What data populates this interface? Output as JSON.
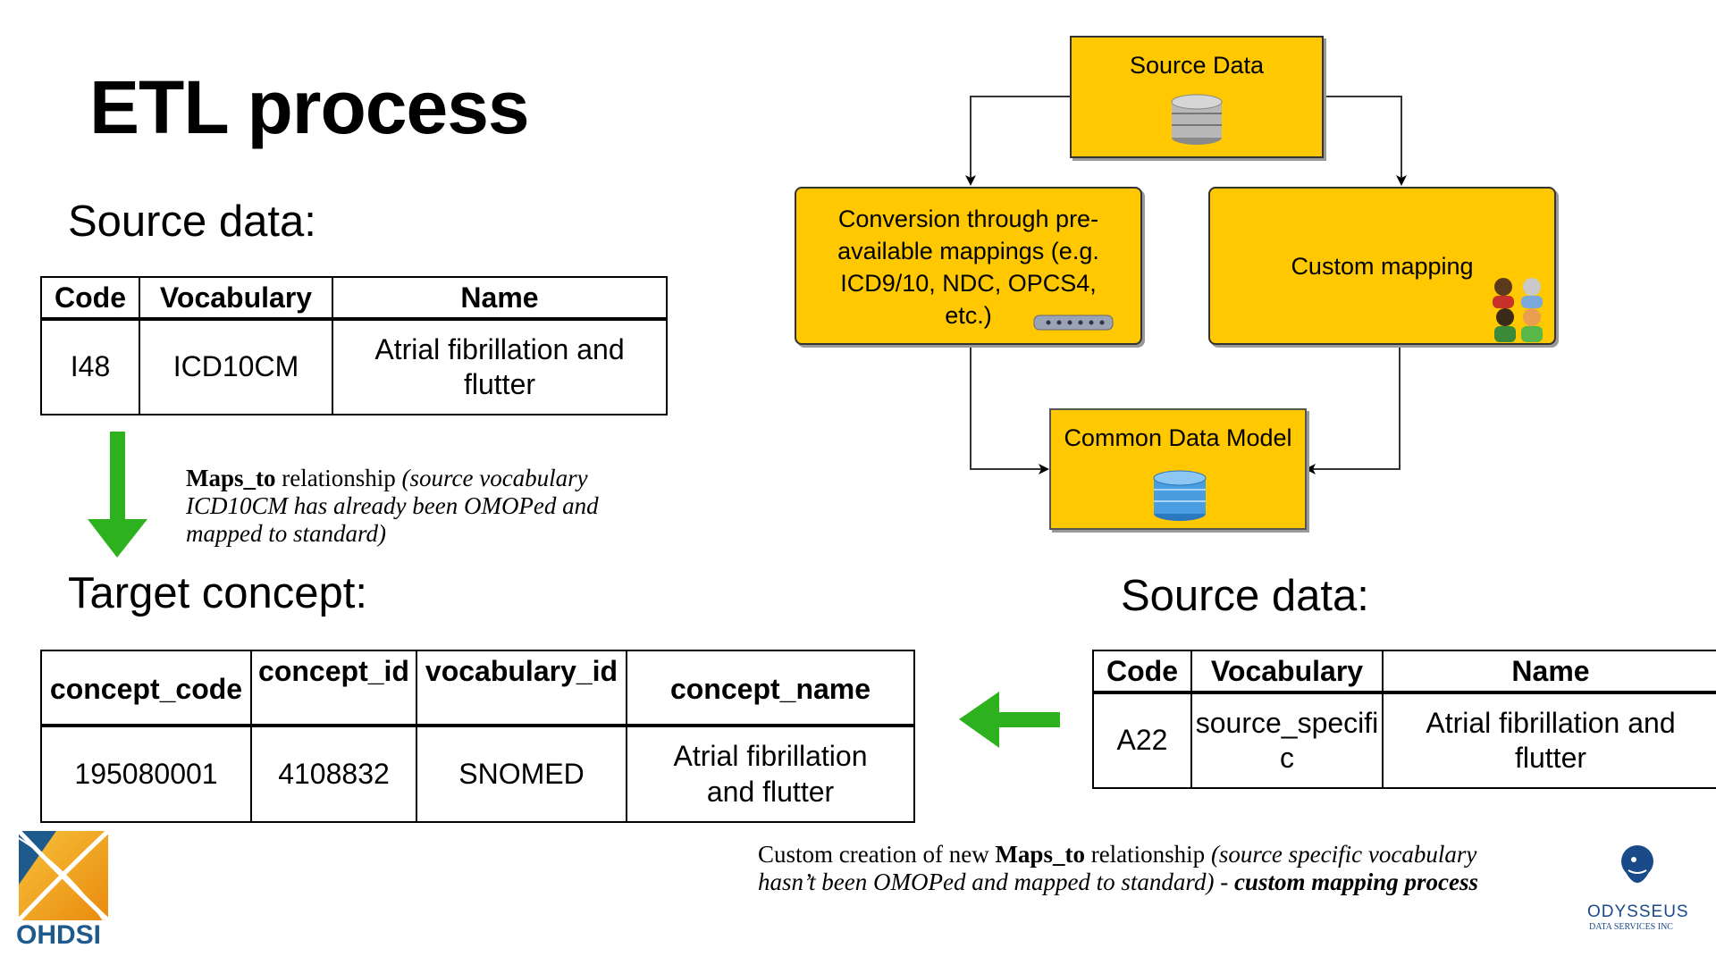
{
  "title": "ETL process",
  "left_source": {
    "heading": "Source data:",
    "headers": [
      "Code",
      "Vocabulary",
      "Name"
    ],
    "row": [
      "I48",
      "ICD10CM",
      "Atrial fibrillation and flutter"
    ]
  },
  "maps_note": {
    "bold": "Maps_to",
    "plain": " relationship ",
    "italic": "(source vocabulary ICD10CM has already been OMOPed and mapped to standard)"
  },
  "target": {
    "heading": "Target concept:",
    "headers": [
      "concept_code",
      "concept_id",
      "vocabulary_id",
      "concept_name"
    ],
    "row": [
      "195080001",
      "4108832",
      "SNOMED",
      "Atrial fibrillation and flutter"
    ]
  },
  "right_source": {
    "heading": "Source data:",
    "headers": [
      "Code",
      "Vocabulary",
      "Name"
    ],
    "row": [
      "A22",
      "source_specific",
      "Atrial fibrillation and flutter"
    ]
  },
  "custom_note": {
    "plain1": "Custom creation of new ",
    "bold": "Maps_to",
    "plain2": " relationship ",
    "italic": "(source specific vocabulary hasn’t been OMOPed and mapped to standard)",
    "plain3": " - ",
    "bold_italic": "custom mapping process"
  },
  "flow": {
    "source_data": "Source Data",
    "conversion": "Conversion through pre-available mappings (e.g. ICD9/10, NDC, OPCS4, etc.)",
    "custom_mapping": "Custom mapping",
    "cdm": "Common Data Model"
  },
  "logos": {
    "ohdsi": "OHDSI",
    "odysseus": "ODYSSEUS",
    "odysseus_sub": "DATA SERVICES INC"
  },
  "colors": {
    "box_fill": "#ffc800",
    "green_arrow": "#2db11f",
    "db_gray": "#a8a8a8",
    "db_blue": "#4a9de0",
    "ohdsi_orange": "#f5a31a",
    "ohdsi_blue": "#1e5a8c",
    "odysseus_blue": "#1a4a8a"
  },
  "icons": [
    "database-gray-icon",
    "database-blue-icon",
    "router-icon",
    "people-icon",
    "ohdsi-logo",
    "odysseus-logo"
  ]
}
